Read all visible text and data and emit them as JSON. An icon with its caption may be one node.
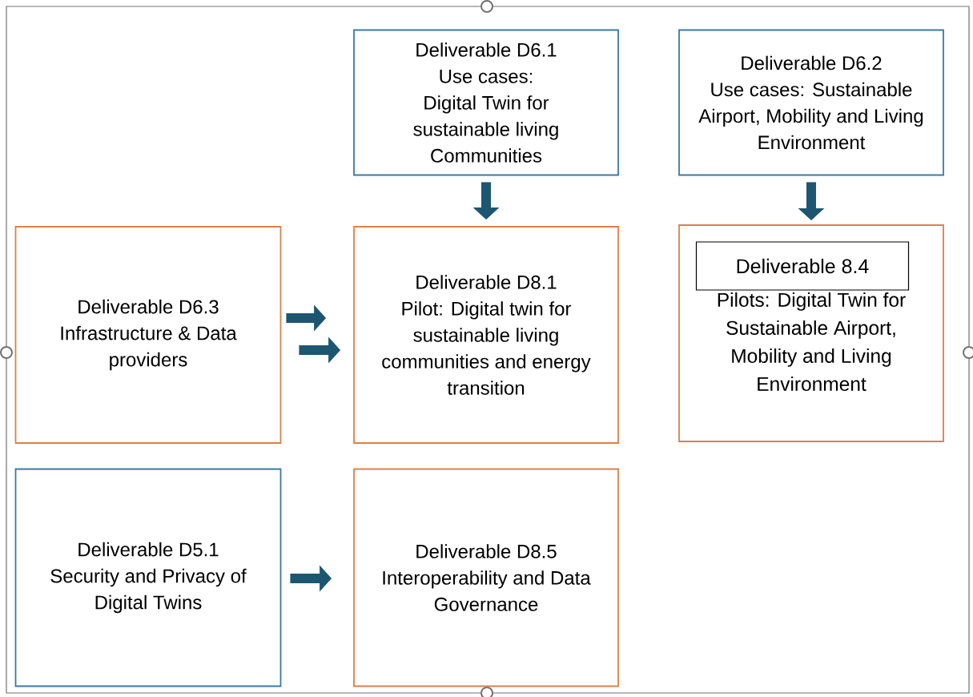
{
  "diagram": {
    "nodes": [
      {
        "text": [
          "Deliverable D6.1",
          "Use cases:",
          "Digital Twin for sustainable living Communities"
        ]
      },
      {
        "text": [
          "Deliverable D6.2",
          "Use cases: Sustainable Airport, Mobility and Living Environment"
        ]
      },
      {
        "text": [
          "Deliverable D6.3",
          "Infrastructure & Data providers"
        ]
      },
      {
        "text": [
          "Deliverable D8.1",
          "Pilot: Digital twin for sustainable living communities and energy transition"
        ]
      },
      {
        "text": [
          "Pilots: Digital Twin for Sustainable Airport, Mobility and Living Environment"
        ]
      },
      {
        "text": [
          "Deliverable 8.4"
        ],
        "in": 4
      },
      {
        "text": [
          "Deliverable D5.1",
          "Security and Privacy of Digital Twins"
        ]
      },
      {
        "text": [
          "Deliverable D8.5",
          "Interoperability and Data Governance"
        ]
      }
    ],
    "edges": [
      {
        "from": 0,
        "to": 3,
        "arrow": "to"
      },
      {
        "from": 1,
        "to": 4,
        "arrow": "to"
      },
      {
        "from": 2,
        "to": 3,
        "arrow": "to"
      },
      {
        "from": 2,
        "to": 3,
        "arrow": "to"
      },
      {
        "from": 6,
        "to": 7,
        "arrow": "to"
      }
    ]
  }
}
